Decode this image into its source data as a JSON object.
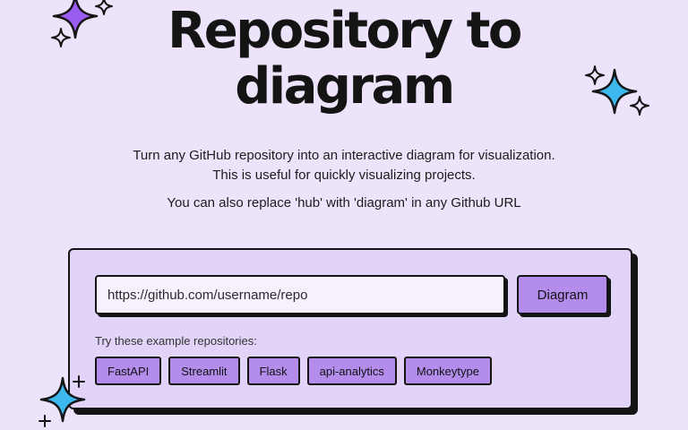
{
  "header": {
    "title_line1": "Repository to",
    "title_line2": "diagram"
  },
  "intro": {
    "line1": "Turn any GitHub repository into an interactive diagram for visualization.",
    "line2": "This is useful for quickly visualizing projects.",
    "line3": "You can also replace 'hub' with 'diagram' in any Github URL"
  },
  "form": {
    "url_placeholder": "https://github.com/username/repo",
    "url_value": "",
    "submit_label": "Diagram",
    "examples_label": "Try these example repositories:",
    "examples": [
      {
        "label": "FastAPI"
      },
      {
        "label": "Streamlit"
      },
      {
        "label": "Flask"
      },
      {
        "label": "api-analytics"
      },
      {
        "label": "Monkeytype"
      }
    ]
  },
  "colors": {
    "background": "#ede4fb",
    "card": "#e2d4f8",
    "accent": "#b48cec",
    "sparkle_purple": "#9b5cf0",
    "sparkle_blue": "#3db8ef",
    "ink": "#141414"
  },
  "icons": {
    "top_left": "sparkle-purple-icon",
    "right": "sparkle-blue-icon",
    "bottom_left": "sparkle-blue-icon"
  }
}
